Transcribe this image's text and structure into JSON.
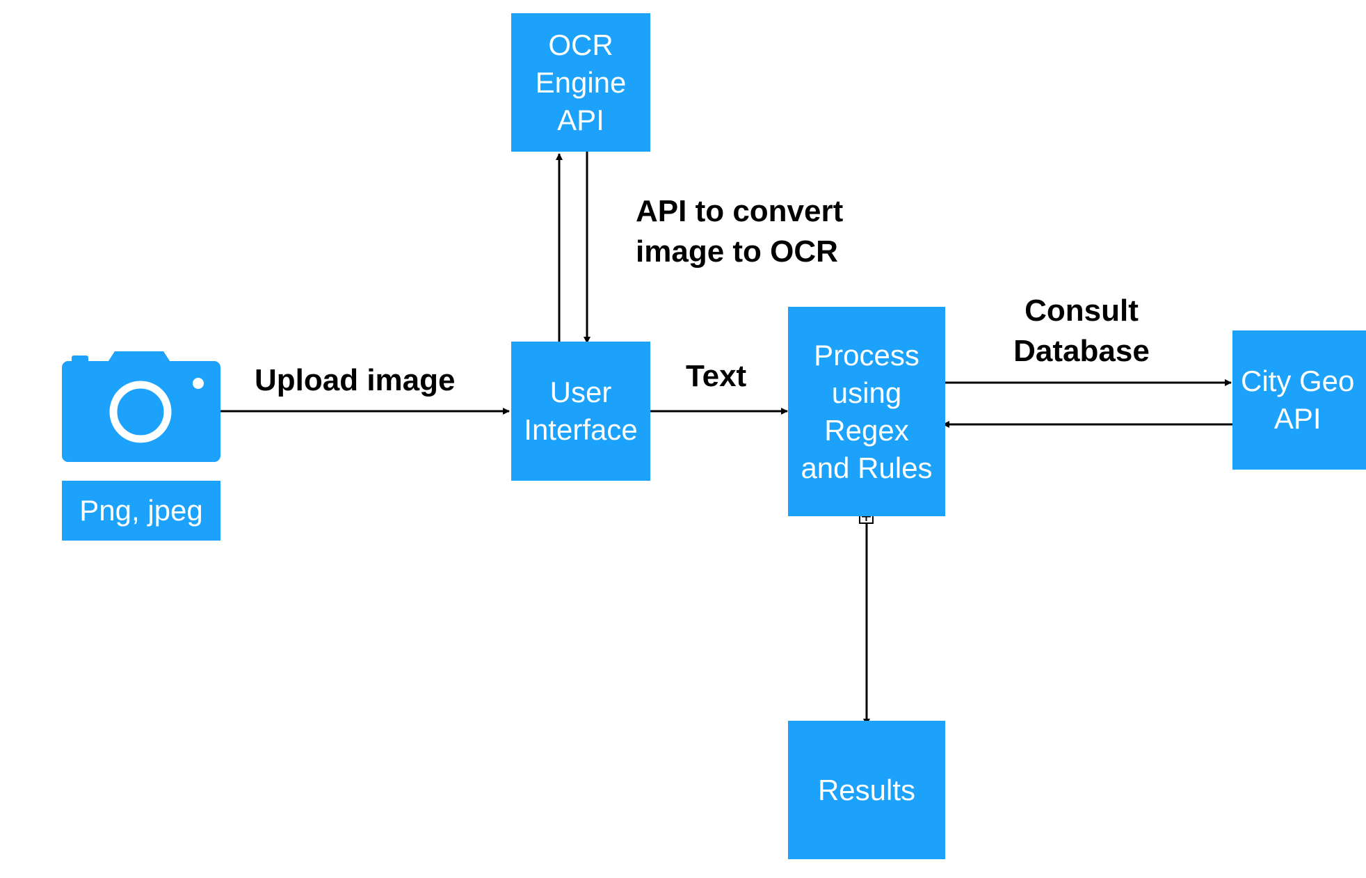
{
  "colors": {
    "box_fill": "#1CA2FB",
    "box_text": "#FFFFFF",
    "label_text": "#000000",
    "arrow": "#000000"
  },
  "nodes": {
    "camera": {
      "icon": "camera-icon"
    },
    "file_types": {
      "label": "Png, jpeg"
    },
    "ocr_engine": {
      "label": "OCR\nEngine\nAPI"
    },
    "user_interface": {
      "label": "User\nInterface"
    },
    "process": {
      "label": "Process\nusing\nRegex\nand Rules"
    },
    "city_geo": {
      "label": "City Geo\nAPI"
    },
    "results": {
      "label": "Results"
    }
  },
  "edges": {
    "upload": {
      "label": "Upload image"
    },
    "ocr_api": {
      "label": "API to convert\nimage to OCR"
    },
    "text": {
      "label": "Text"
    },
    "consult": {
      "label": "Consult\nDatabase"
    }
  }
}
